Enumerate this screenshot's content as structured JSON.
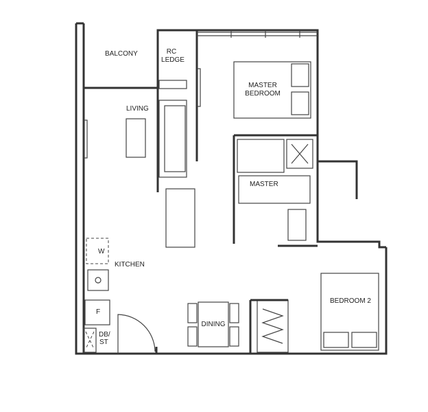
{
  "rooms": {
    "balcony": "BALCONY",
    "rc_ledge_1": "RC",
    "rc_ledge_2": "LEDGE",
    "master_bedroom_1": "MASTER",
    "master_bedroom_2": "BEDROOM",
    "living": "LIVING",
    "master_bath": "MASTER",
    "kitchen": "KITCHEN",
    "washer": "W",
    "fridge": "F",
    "db_st_1": "DB/",
    "db_st_2": "ST",
    "dining": "DINING",
    "bedroom2": "BEDROOM 2"
  }
}
